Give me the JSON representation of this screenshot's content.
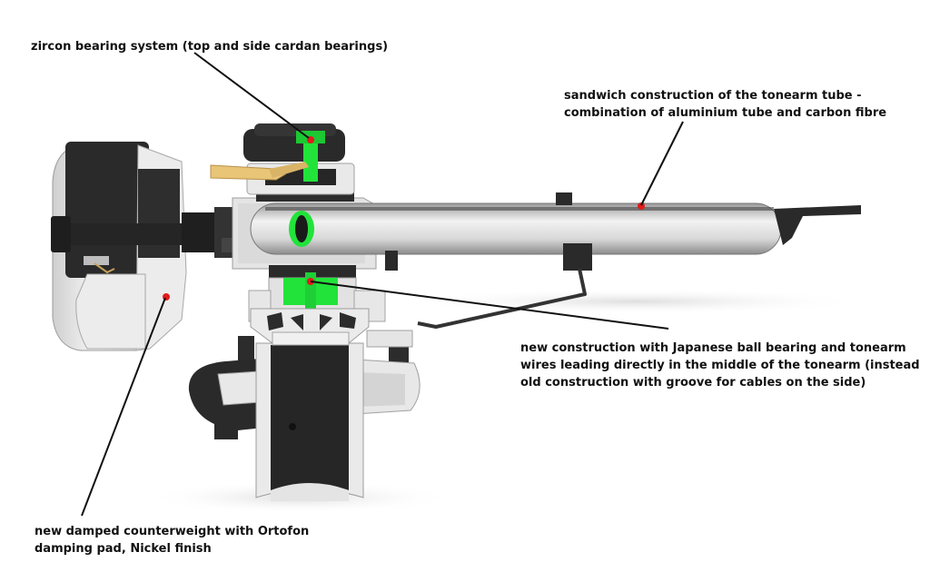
{
  "annotations": {
    "zircon": {
      "lines": [
        "zircon bearing system (top and side cardan bearings)"
      ]
    },
    "sandwich": {
      "lines": [
        "sandwich construction of the tonearm tube -",
        "combination of aluminium tube and carbon fibre"
      ]
    },
    "ball_bearing": {
      "lines": [
        "new construction with Japanese ball bearing and tonearm",
        "wires leading directly in the middle of the tonearm (instead",
        "old construction with groove for cables on the side)"
      ]
    },
    "counterweight": {
      "lines": [
        "new damped counterweight with Ortofon",
        "damping pad, Nickel finish"
      ]
    }
  },
  "colors": {
    "background": "#ffffff",
    "dark_part": "#2a2a2a",
    "light_part": "#e6e6e6",
    "bearing_green": "#22e33a",
    "marker_red": "#e21b1b",
    "lever_gold": "#e8c577",
    "leader_line": "#111111"
  }
}
